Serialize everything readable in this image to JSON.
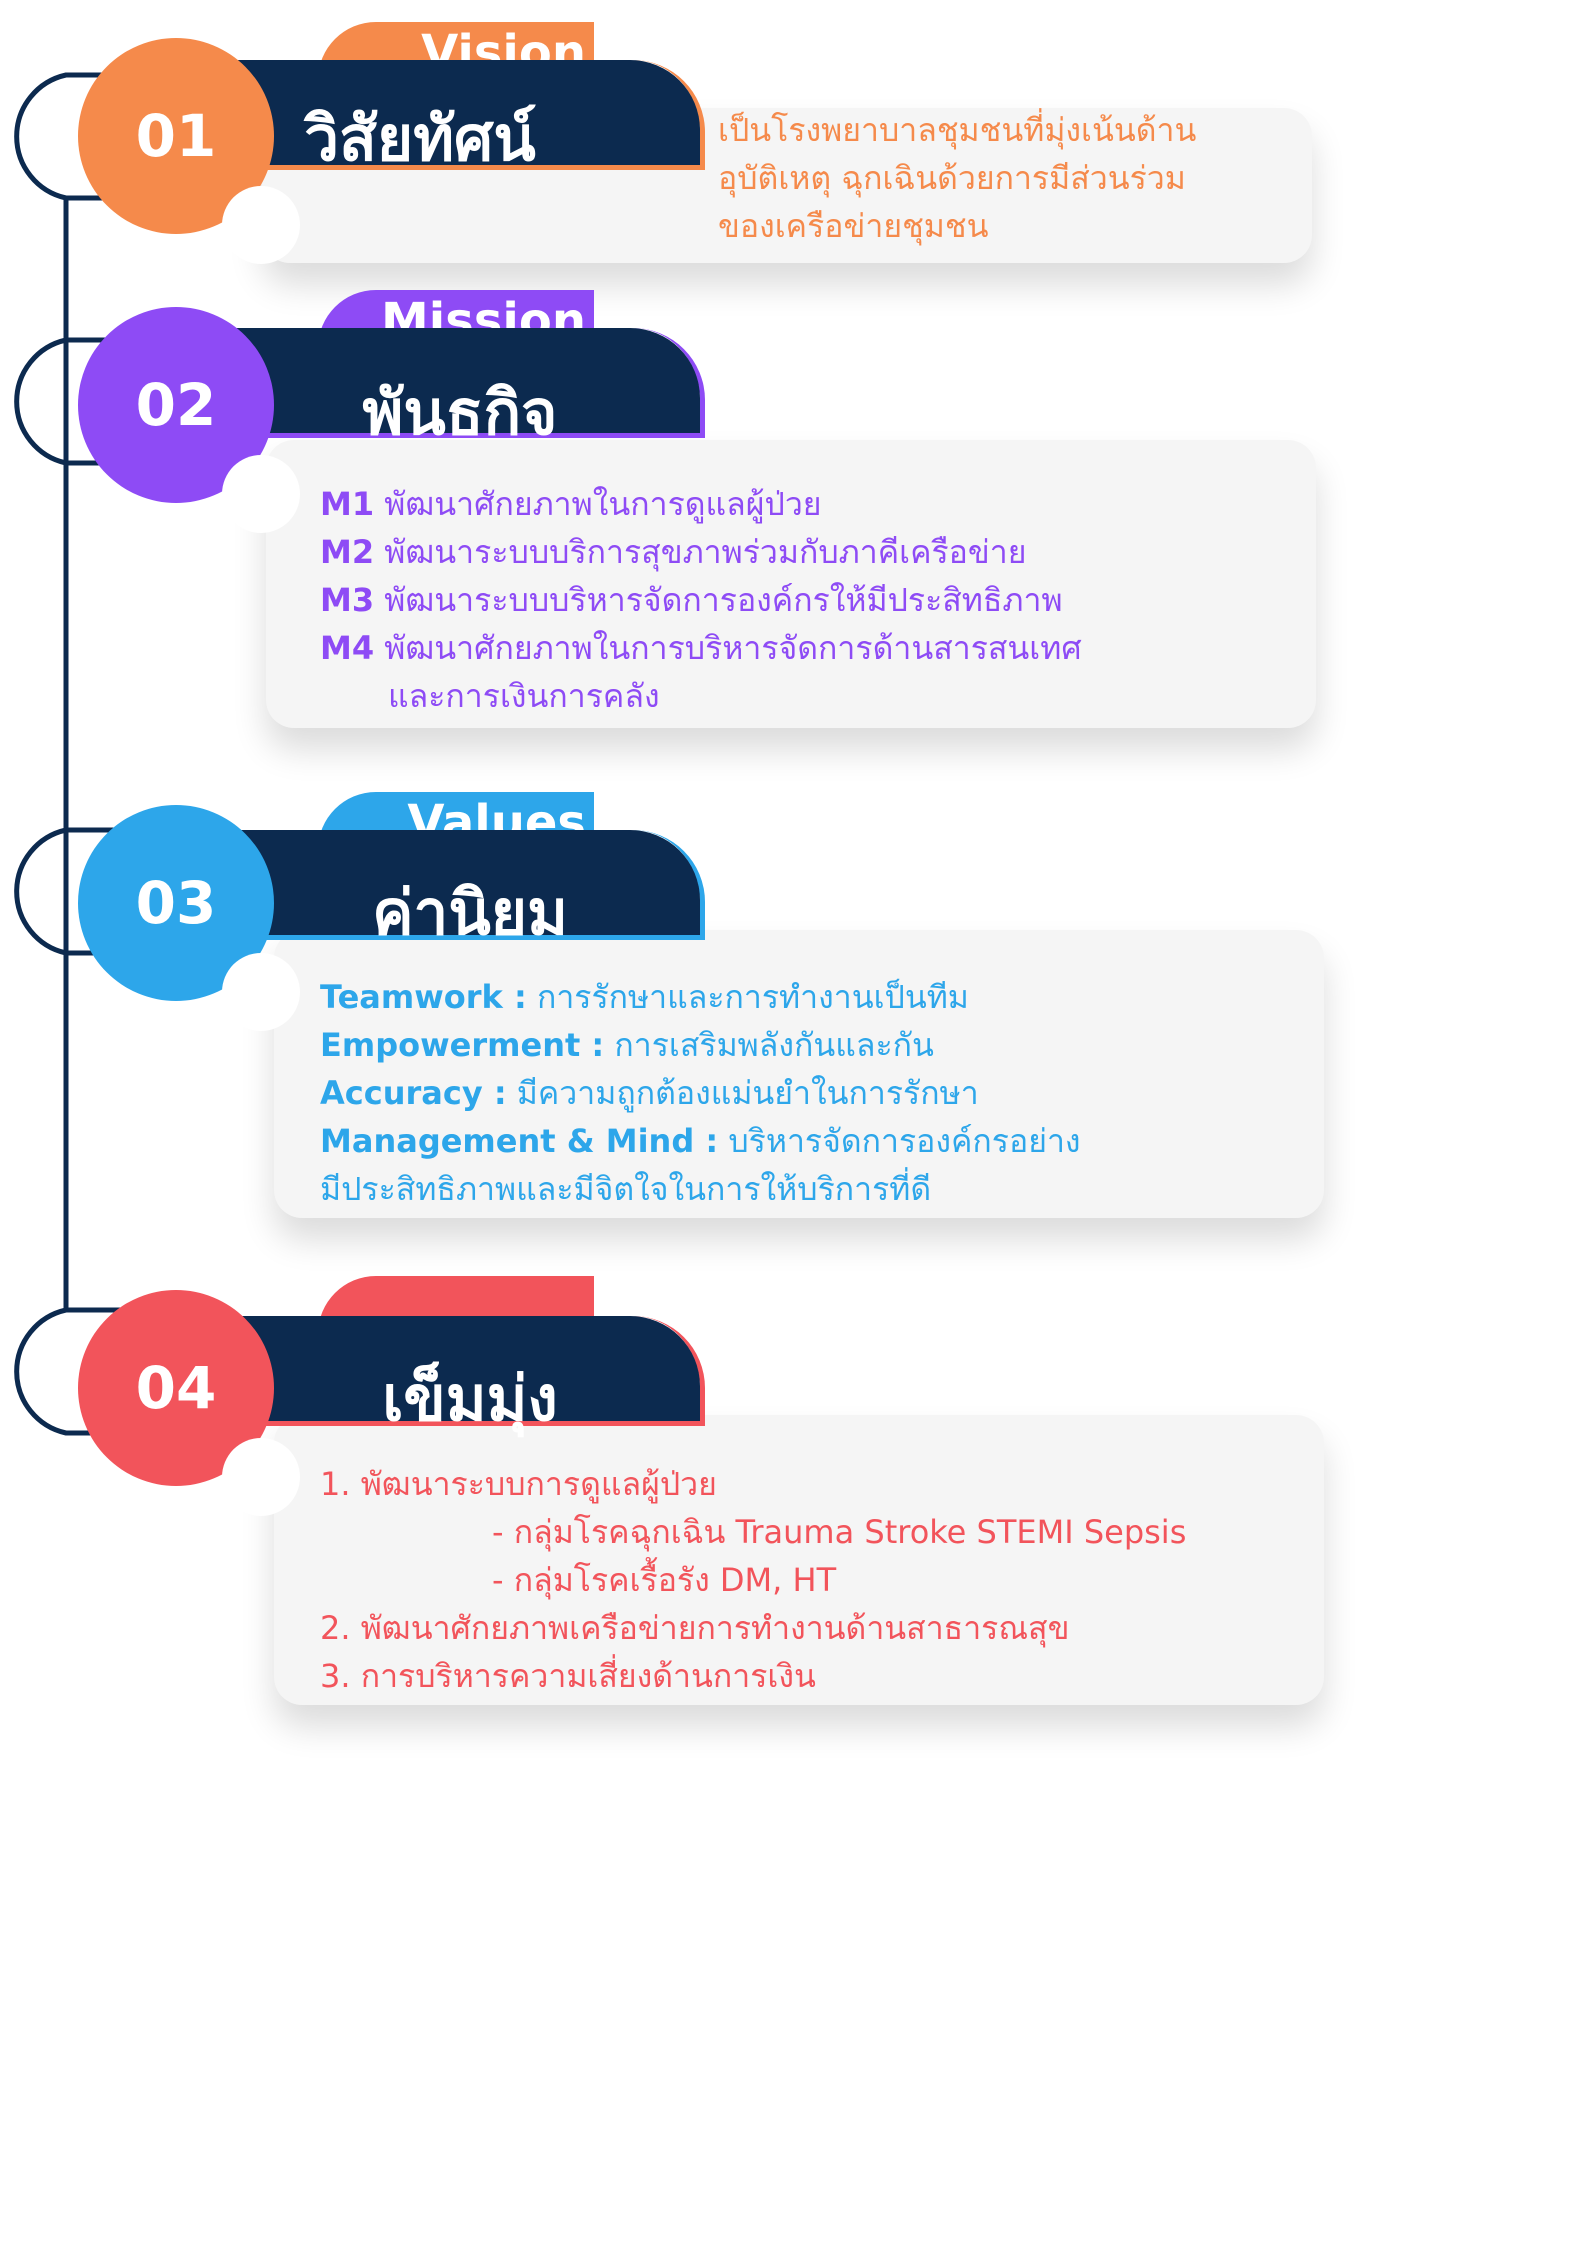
{
  "colors": {
    "navy": "#0c2a4f",
    "orange": "#f58a4b",
    "purple": "#8e4bf5",
    "blue": "#2da6ea",
    "red": "#f2545b"
  },
  "sections": {
    "vision": {
      "number": "01",
      "title": "วิสัยทัศน์",
      "tab": "Vision",
      "lines": [
        "เป็นโรงพยาบาลชุมชนที่มุ่งเน้นด้าน",
        "อุบัติเหตุ ฉุกเฉินด้วยการมีส่วนร่วม",
        "ของเครือข่ายชุมชน"
      ]
    },
    "mission": {
      "number": "02",
      "title": "พันธกิจ",
      "tab": "Mission",
      "items": [
        {
          "code": "M1",
          "text": "พัฒนาศักยภาพในการดูแลผู้ป่วย"
        },
        {
          "code": "M2",
          "text": "พัฒนาระบบบริการสุขภาพร่วมกับภาคีเครือข่าย"
        },
        {
          "code": "M3",
          "text": "พัฒนาระบบบริหารจัดการองค์กรให้มีประสิทธิภาพ"
        },
        {
          "code": "M4",
          "text": "พัฒนาศักยภาพในการบริหารจัดการด้านสารสนเทศ"
        }
      ],
      "continuation": "และการเงินการคลัง"
    },
    "values": {
      "number": "03",
      "title": "ค่านิยม",
      "tab": "Values",
      "items": [
        {
          "term": "Teamwork :",
          "text": "การรักษาและการทำงานเป็นทีม"
        },
        {
          "term": "Empowerment :",
          "text": "การเสริมพลังกันและกัน"
        },
        {
          "term": "Accuracy :",
          "text": "มีความถูกต้องแม่นยำในการรักษา"
        },
        {
          "term": "Management & Mind :",
          "text": "บริหารจัดการองค์กรอย่าง"
        }
      ],
      "continuation": "มีประสิทธิภาพและมีจิตใจในการให้บริการที่ดี"
    },
    "focus": {
      "number": "04",
      "title": "เข็มมุ่ง",
      "lines": [
        "1. พัฒนาระบบการดูแลผู้ป่วย",
        "- กลุ่มโรคฉุกเฉิน Trauma Stroke STEMI Sepsis",
        "- กลุ่มโรคเรื้อรัง DM, HT",
        "2. พัฒนาศักยภาพเครือข่ายการทำงานด้านสาธารณสุข",
        "3. การบริหารความเสี่ยงด้านการเงิน"
      ]
    }
  }
}
